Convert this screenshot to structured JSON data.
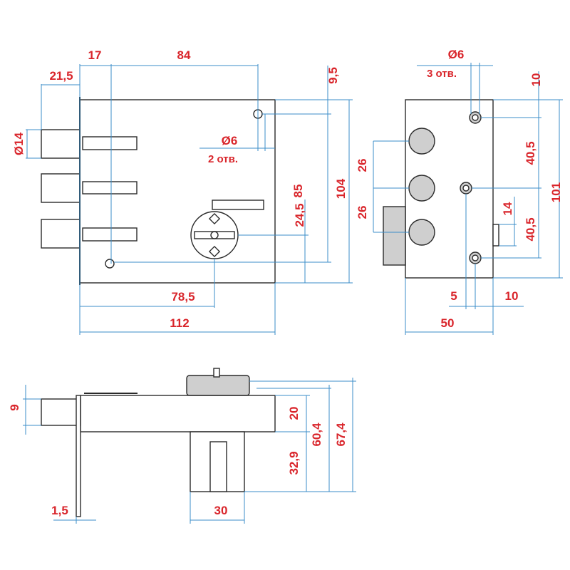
{
  "title": "Lock dimension drawing",
  "front_view": {
    "dim_17": "17",
    "dim_84": "84",
    "dim_21_5": "21,5",
    "dim_d14": "Ø14",
    "dim_9_5": "9,5",
    "hole_dia": "Ø6",
    "hole_count": "2 отв.",
    "dim_85": "85",
    "dim_104": "104",
    "dim_24_5": "24,5",
    "dim_78_5": "78,5",
    "dim_112": "112"
  },
  "side_view": {
    "hole_dia": "Ø6",
    "hole_count": "3 отв.",
    "dim_10_top": "10",
    "dim_40_5_a": "40,5",
    "dim_101": "101",
    "dim_26_a": "26",
    "dim_26_b": "26",
    "dim_14": "14",
    "dim_40_5_b": "40,5",
    "dim_5": "5",
    "dim_10_bottom": "10",
    "dim_50": "50"
  },
  "bottom_view": {
    "dim_9": "9",
    "dim_20": "20",
    "dim_60_4": "60,4",
    "dim_67_4": "67,4",
    "dim_32_9": "32,9",
    "dim_1_5": "1,5",
    "dim_30": "30"
  },
  "colors": {
    "dimension": "#3b8ec9",
    "label": "#d9252b",
    "outline": "#2a2a2a",
    "fill": "#cfcfcf"
  }
}
